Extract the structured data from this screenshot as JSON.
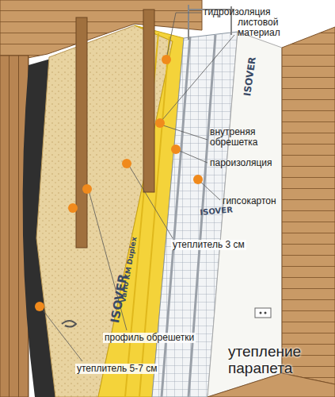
{
  "diagram": {
    "caption": "утепление парапета",
    "labels": [
      "гидроизоляция",
      "листовой материал",
      "внутреняя обрешетка",
      "пароизоляция",
      "гипсокартон",
      "утеплитель 3 см",
      "профиль обрешетки",
      "утеплитель 5-7 см",
      "ISOVER",
      "ISOVER",
      "ISOVER",
      "Vario KM Duplex"
    ]
  }
}
